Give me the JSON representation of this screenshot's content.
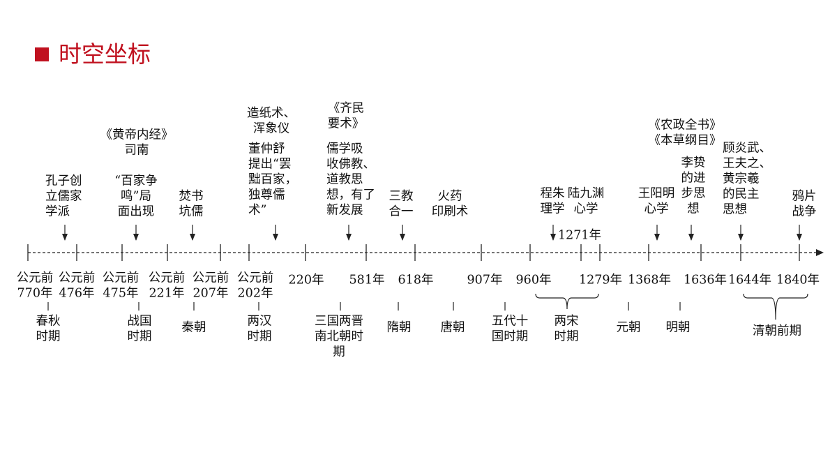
{
  "header": {
    "title": "时空坐标",
    "accent": "#c0111f"
  },
  "events": [
    {
      "id": "kongzi",
      "lines": [
        "孔子创",
        "立儒家",
        "学派"
      ]
    },
    {
      "id": "huangdi",
      "lines": [
        "《黄帝内经》",
        "司南"
      ]
    },
    {
      "id": "baijia",
      "lines": [
        "“百家争",
        "鸣”局",
        "面出现"
      ]
    },
    {
      "id": "fenshu",
      "lines": [
        "焚书",
        "坑儒"
      ]
    },
    {
      "id": "zaozhi",
      "lines": [
        "造纸术、",
        "浑象仪"
      ]
    },
    {
      "id": "dongzhongshu",
      "lines": [
        "董仲舒",
        "提出“罢",
        "黜百家，",
        "独尊儒",
        "术”"
      ]
    },
    {
      "id": "qimin",
      "lines": [
        "《齐民",
        "要术》"
      ]
    },
    {
      "id": "ruxue",
      "lines": [
        "儒学吸",
        "收佛教、",
        "道教思",
        "想，有了",
        "新发展"
      ]
    },
    {
      "id": "sanjiao",
      "lines": [
        "三教",
        "合一"
      ]
    },
    {
      "id": "huoyao",
      "lines": [
        "火药",
        "印刷术"
      ]
    },
    {
      "id": "chengzhu",
      "lines": [
        "程朱",
        "理学"
      ]
    },
    {
      "id": "lujiuyuan",
      "lines": [
        "陆九渊",
        "心学"
      ]
    },
    {
      "id": "y1271",
      "lines": [
        "1271年"
      ]
    },
    {
      "id": "nongzheng",
      "lines": [
        "《农政全书》",
        "《本草纲目》"
      ]
    },
    {
      "id": "wangyangming",
      "lines": [
        "王阳明",
        "心学"
      ]
    },
    {
      "id": "lizhi",
      "lines": [
        "李贽",
        "的进",
        "步思",
        "想"
      ]
    },
    {
      "id": "gu",
      "lines": [
        "顾炎武、",
        "王夫之、",
        "黄宗羲",
        "的民主",
        "思想"
      ]
    },
    {
      "id": "yapian",
      "lines": [
        "鸦片",
        "战争"
      ]
    }
  ],
  "dates": [
    {
      "id": "d770",
      "lines": [
        "公元前",
        "770年"
      ]
    },
    {
      "id": "d476",
      "lines": [
        "公元前",
        "476年"
      ]
    },
    {
      "id": "d475",
      "lines": [
        "公元前",
        "475年"
      ]
    },
    {
      "id": "d221",
      "lines": [
        "公元前",
        "221年"
      ]
    },
    {
      "id": "d207",
      "lines": [
        "公元前",
        "207年"
      ]
    },
    {
      "id": "d202",
      "lines": [
        "公元前",
        "202年"
      ]
    },
    {
      "id": "d220",
      "lines": [
        "220年"
      ]
    },
    {
      "id": "d581",
      "lines": [
        "581年"
      ]
    },
    {
      "id": "d618",
      "lines": [
        "618年"
      ]
    },
    {
      "id": "d907",
      "lines": [
        "907年"
      ]
    },
    {
      "id": "d960",
      "lines": [
        "960年"
      ]
    },
    {
      "id": "d1279",
      "lines": [
        "1279年"
      ]
    },
    {
      "id": "d1368",
      "lines": [
        "1368年"
      ]
    },
    {
      "id": "d1636",
      "lines": [
        "1636年"
      ]
    },
    {
      "id": "d1644",
      "lines": [
        "1644年"
      ]
    },
    {
      "id": "d1840",
      "lines": [
        "1840年"
      ]
    }
  ],
  "periods": [
    {
      "id": "chunqiu",
      "lines": [
        "春秋",
        "时期"
      ]
    },
    {
      "id": "zhanguo",
      "lines": [
        "战国",
        "时期"
      ]
    },
    {
      "id": "qin",
      "lines": [
        "秦朝"
      ]
    },
    {
      "id": "lianghan",
      "lines": [
        "两汉",
        "时期"
      ]
    },
    {
      "id": "sanguo",
      "lines": [
        "三国两晋",
        "南北朝时",
        "期"
      ]
    },
    {
      "id": "sui",
      "lines": [
        "隋朝"
      ]
    },
    {
      "id": "tang",
      "lines": [
        "唐朝"
      ]
    },
    {
      "id": "wudai",
      "lines": [
        "五代十",
        "国时期"
      ]
    },
    {
      "id": "liangsong",
      "lines": [
        "两宋",
        "时期"
      ]
    },
    {
      "id": "yuan",
      "lines": [
        "元朝"
      ]
    },
    {
      "id": "ming",
      "lines": [
        "明朝"
      ]
    },
    {
      "id": "qingqian",
      "lines": [
        "清朝前期"
      ]
    }
  ]
}
